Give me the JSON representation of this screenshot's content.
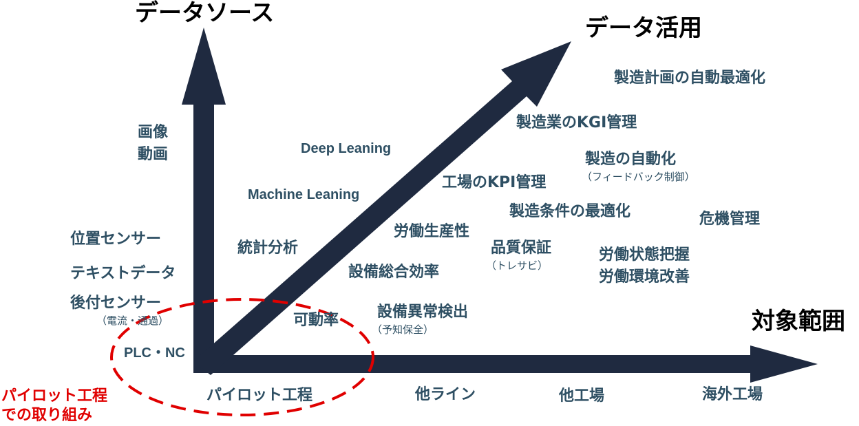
{
  "titles": {
    "y_axis": "データソース",
    "diagonal": "データ活用",
    "x_axis": "対象範囲"
  },
  "data_sources": {
    "image_video_line1": "画像",
    "image_video_line2": "動画",
    "position_sensor": "位置センサー",
    "text_data": "テキストデータ",
    "retrofit_sensor": "後付センサー",
    "retrofit_sensor_note": "（電流・通過）",
    "plc_nc": "PLC・NC"
  },
  "scopes": {
    "pilot_process": "パイロット工程",
    "other_line": "他ライン",
    "other_factory": "他工場",
    "overseas_factory": "海外工場"
  },
  "techniques": {
    "deep_learning": "Deep Leaning",
    "machine_learning": "Machine Leaning",
    "statistics": "統計分析"
  },
  "uses": {
    "availability": "可動率",
    "oee": "設備総合効率",
    "labor_productivity": "労働生産性",
    "anomaly_detection": "設備異常検出",
    "anomaly_detection_note": "（予知保全）",
    "factory_kpi": "工場のKPI管理",
    "quality_assurance": "品質保証",
    "quality_assurance_note": "（トレサビ）",
    "condition_optimization": "製造条件の最適化",
    "manufacturing_kgi": "製造業のKGI管理",
    "automation": "製造の自動化",
    "automation_note": "（フィードバック制御）",
    "plan_optimization": "製造計画の自動最適化",
    "labor_state_line1": "労働状態把握",
    "labor_state_line2": "労働環境改善",
    "risk_management": "危機管理"
  },
  "pilot_note": {
    "line1": "パイロット工程",
    "line2": "での取り組み"
  },
  "colors": {
    "arrow": "#1f2a40",
    "item_text": "#2e4f63",
    "highlight": "#e00000"
  }
}
